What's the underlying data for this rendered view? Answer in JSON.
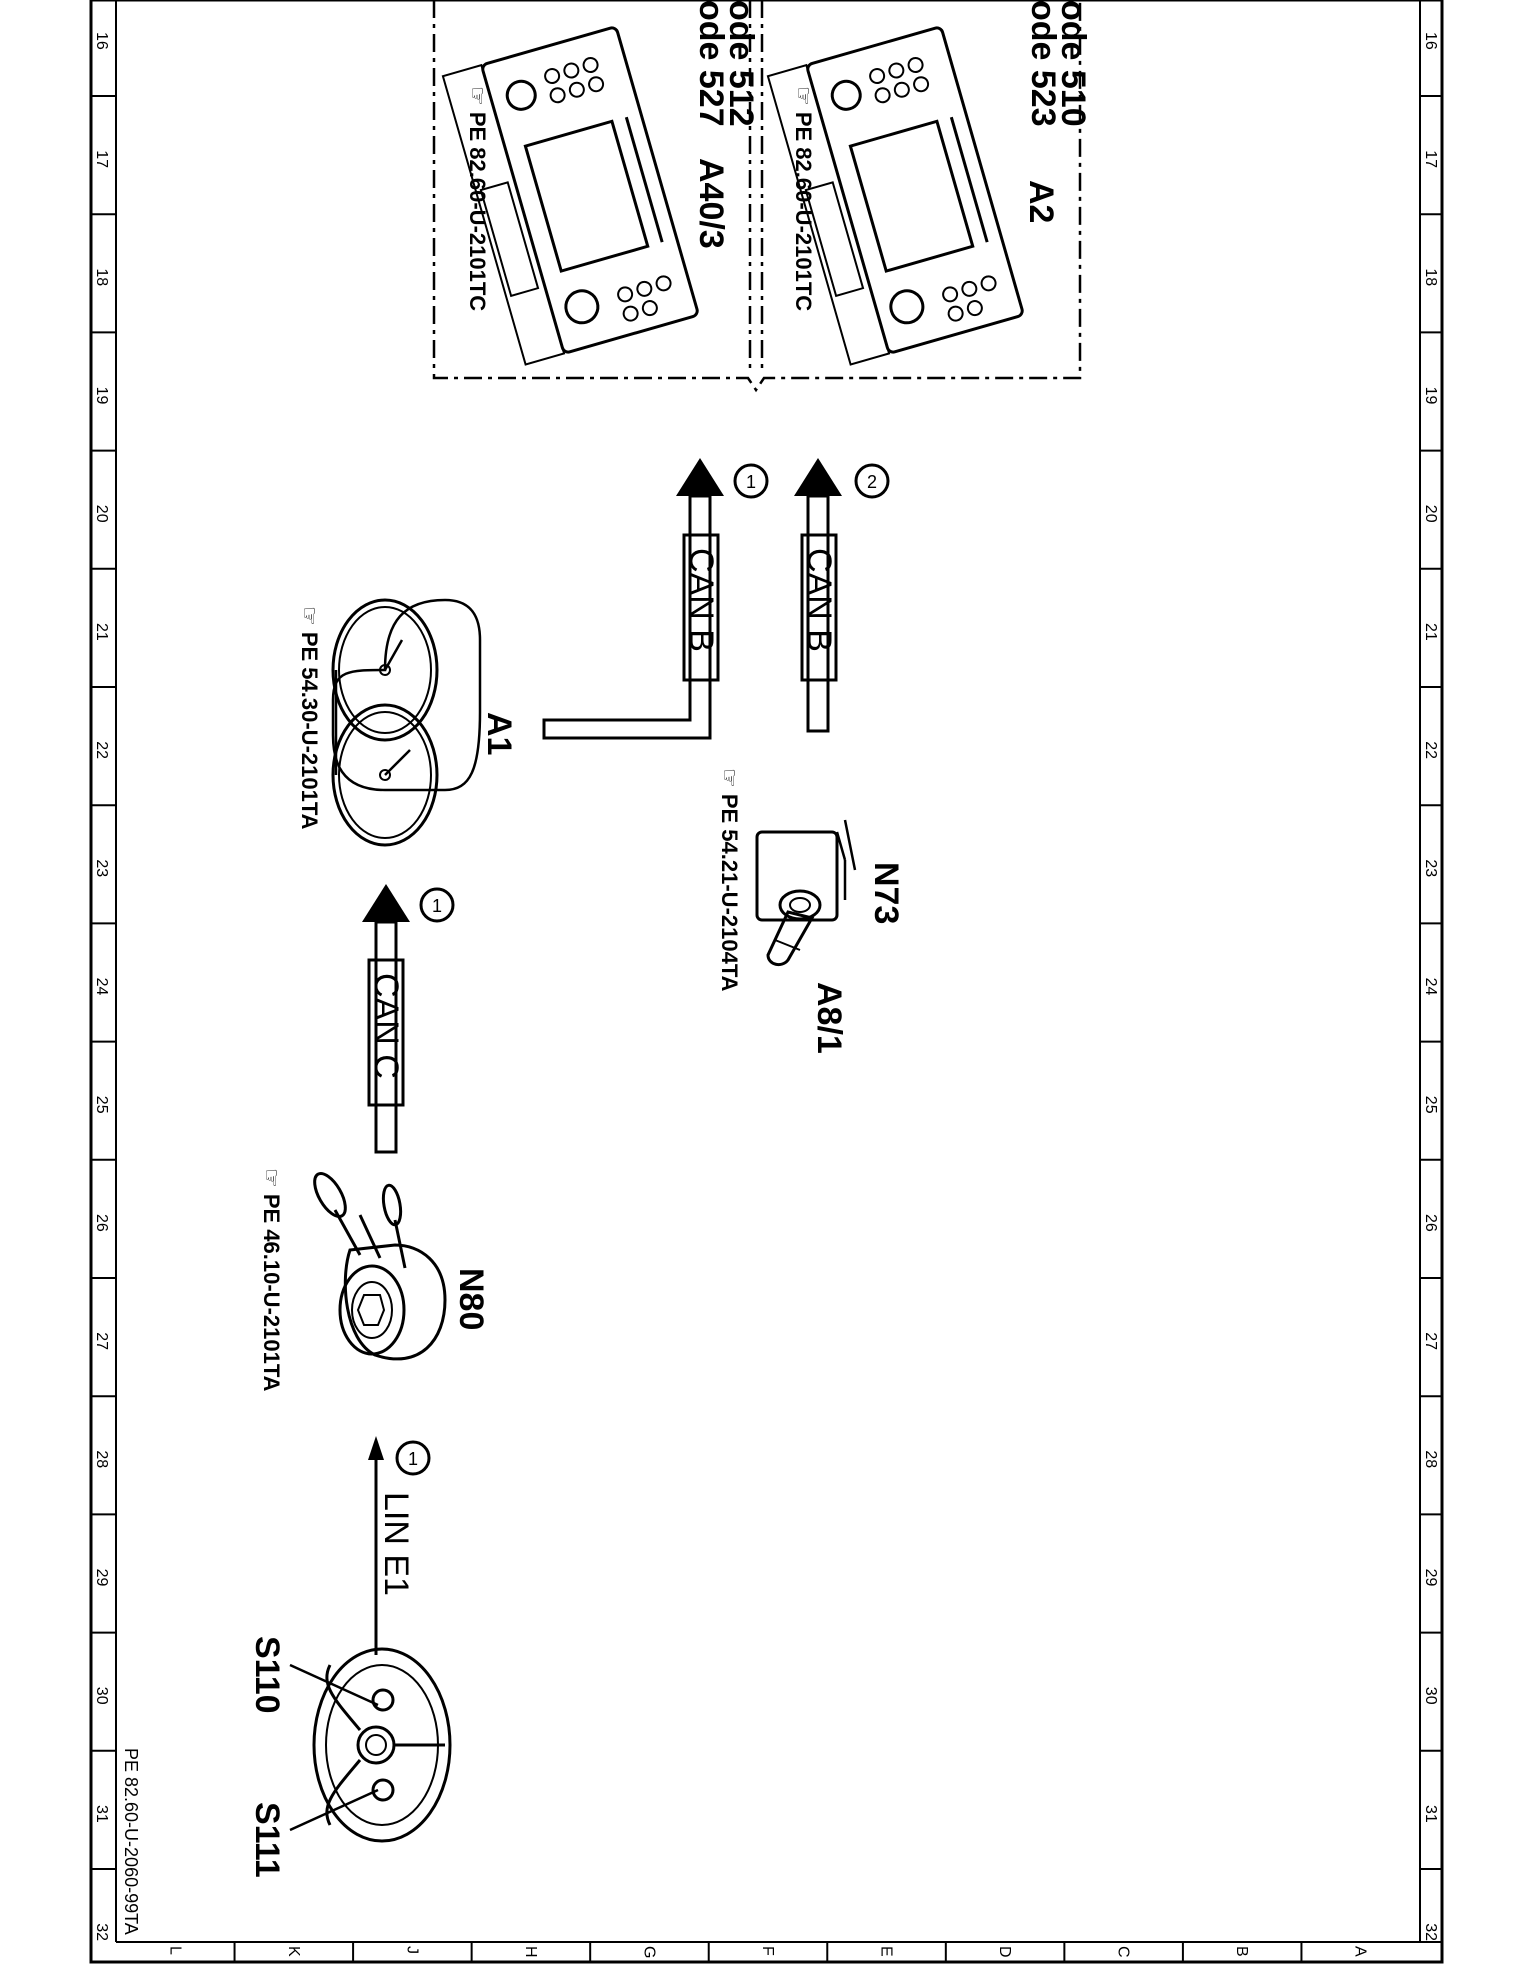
{
  "page": {
    "drawing_number": "PE 82.60-U-2060-99TA",
    "row_numbers": [
      "16",
      "17",
      "18",
      "19",
      "20",
      "21",
      "22",
      "23",
      "24",
      "25",
      "26",
      "27",
      "28",
      "29",
      "30",
      "31",
      "32"
    ],
    "column_letters": [
      "L",
      "K",
      "J",
      "H",
      "G",
      "F",
      "E",
      "D",
      "C",
      "B",
      "A"
    ]
  },
  "components": {
    "a40_3": {
      "label": "A40/3",
      "codes": [
        "ode 512",
        "ode 527"
      ],
      "ref": "PE 82.60-U-2101TC"
    },
    "a2": {
      "label": "A2",
      "codes": [
        "ode 510",
        "ode 523"
      ],
      "ref": "PE 82.60-U-2101TC"
    },
    "a1": {
      "label": "A1",
      "ref": "PE 54.30-U-2101TA"
    },
    "n73": {
      "label": "N73",
      "ref": "PE 54.21-U-2104TA"
    },
    "a8_1": {
      "label": "A8/1"
    },
    "n80": {
      "label": "N80",
      "ref": "PE 46.10-U-2101TA"
    },
    "s110": {
      "label": "S110"
    },
    "s111": {
      "label": "S111"
    }
  },
  "buses": {
    "can_b_1": {
      "label": "CAN B",
      "marker": "1"
    },
    "can_b_2": {
      "label": "CAN B",
      "marker": "2"
    },
    "can_c": {
      "label": "CAN C",
      "marker": "1"
    },
    "lin_e1": {
      "label": "LIN E1",
      "marker": "1"
    }
  }
}
